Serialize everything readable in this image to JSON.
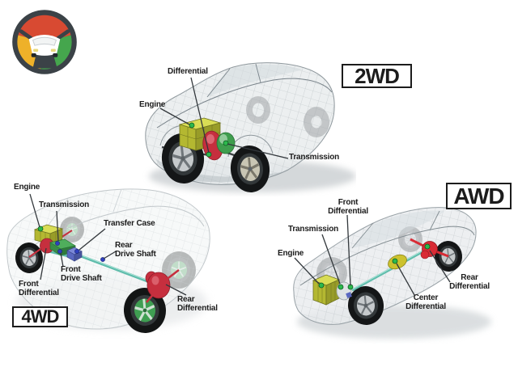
{
  "title_none": "",
  "logo": {
    "icon": "car-logo-icon"
  },
  "panels": {
    "twd": {
      "badge": "2WD",
      "labels": {
        "differential": "Differential",
        "engine": "Engine",
        "transmission": "Transmission"
      }
    },
    "fwd": {
      "badge": "4WD",
      "labels": {
        "engine": "Engine",
        "transmission": "Transmission",
        "transfer_case": "Transfer Case",
        "rear_drive_shaft": "Rear\nDrive Shaft",
        "front_drive_shaft": "Front\nDrive Shaft",
        "front_differential": "Front\nDifferential",
        "rear_differential": "Rear\nDifferential"
      }
    },
    "awd": {
      "badge": "AWD",
      "labels": {
        "front_differential": "Front\nDifferential",
        "transmission": "Transmission",
        "engine": "Engine",
        "center_differential": "Center\nDifferential",
        "rear_differential": "Rear\nDifferential"
      }
    }
  },
  "colors": {
    "label_black": "#1c1c1c",
    "engine_yellow": "#b4b831",
    "differential_red": "#c62f3e",
    "transmission_green": "#3f9e4e",
    "driveshaft_teal": "#5ebcab",
    "transfer_case_blue": "#5a68c0",
    "marker_green": "#2db84d",
    "marker_blue": "#2e3fbf",
    "body_gray": "#e8ebed",
    "logo_red": "#d84a32",
    "logo_yellow": "#eeb129",
    "logo_green": "#45a64d"
  }
}
